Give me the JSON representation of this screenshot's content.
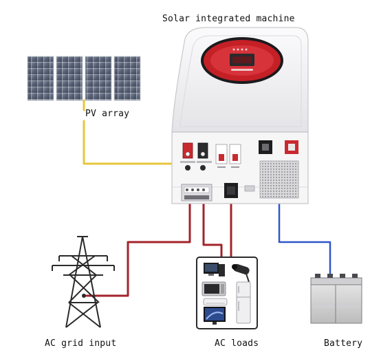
{
  "labels": {
    "title": "Solar integrated machine",
    "pv_array": "PV array",
    "ac_grid_input": "AC grid input",
    "ac_loads": "AC loads",
    "battery": "Battery"
  },
  "colors": {
    "pv_wire": "#e8c63a",
    "ac_wire": "#a3232a",
    "battery_wire": "#2f56c9",
    "display_red": "#c42026",
    "panel_blue": "#4d5566",
    "body": "#f1f1f3"
  }
}
